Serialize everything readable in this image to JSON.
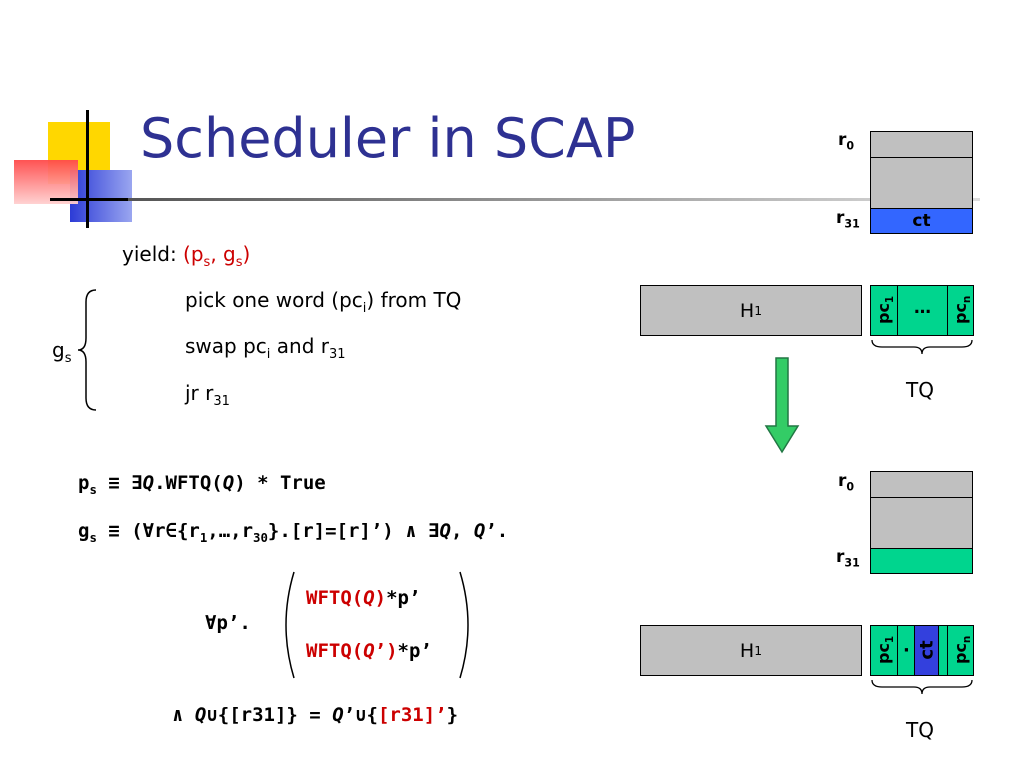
{
  "slide": {
    "title": "Scheduler in SCAP",
    "yield_label": "yield: ",
    "yield_args": "(p_s, g_s)",
    "gs_label": "g",
    "gs_sub": "s",
    "steps": [
      {
        "a": "pick one word (pc",
        "sub": "i",
        "b": ") from TQ"
      },
      {
        "a": "swap pc",
        "sub": "i",
        "b": " and r",
        "sub2": "31"
      },
      {
        "a": "jr r",
        "sub": "31"
      }
    ],
    "ps_def": {
      "lhs": "p",
      "lhs_sub": "s",
      "eq": " ≡ ∃",
      "q": "Q",
      "body": ".WFTQ(",
      "q2": "Q",
      "tail": ") * True"
    },
    "gs_def": {
      "lhs": "g",
      "lhs_sub": "s",
      "eq": " ≡ (∀r∈{r",
      "s1": "1",
      "mid": ",…,r",
      "s2": "30",
      "tail": "}.[r]=[r]’) ∧ ∃",
      "q": "Q",
      "sep": ", ",
      "q2": "Q",
      "end": "’."
    },
    "forall": "∀p’.",
    "case1": {
      "a": "WFTQ(",
      "q": "Q",
      "b": ")",
      "c": "*p’"
    },
    "case2": {
      "a": "WFTQ(",
      "q": "Q",
      "b": "’)",
      "c": "*p’"
    },
    "final": {
      "and": "∧ ",
      "q": "Q",
      "u": "∪{[r31]} = ",
      "q2": "Q",
      "u2": "’∪{",
      "red": "[r31]’",
      "end": "}"
    }
  },
  "diagram_top": {
    "r0": "r",
    "r0_sub": "0",
    "r31": "r",
    "r31_sub": "31",
    "ct": "ct",
    "heap": "H",
    "heap_sub": "1",
    "pc1": "pc",
    "pc1_sub": "1",
    "dots": "…",
    "pcn": "pc",
    "pcn_sub": "n",
    "tq": "TQ"
  },
  "diagram_bottom": {
    "r0": "r",
    "r0_sub": "0",
    "r31": "r",
    "r31_sub": "31",
    "heap": "H",
    "heap_sub": "1",
    "pc1": "pc",
    "pc1_sub": "1",
    "dot": "·",
    "ct": "ct",
    "pcn": "pc",
    "pcn_sub": "n",
    "tq": "TQ"
  },
  "colors": {
    "title": "#2e3192",
    "gray": "#c0c0c0",
    "green": "#00d58e",
    "blue": "#3366ff",
    "arrow": "#33cc66",
    "red": "#cc0000"
  }
}
